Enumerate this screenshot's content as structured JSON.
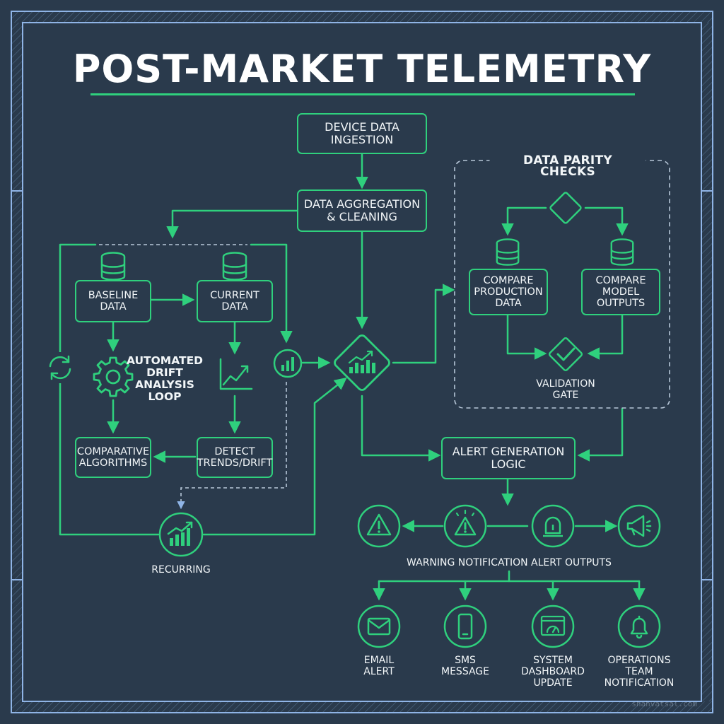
{
  "title": "POST-MARKET TELEMETRY",
  "nodes": {
    "device_ingestion": "DEVICE DATA\nINGESTION",
    "aggregation": "DATA AGGREGATION\n& CLEANING",
    "baseline": "BASELINE\nDATA",
    "current": "CURRENT\nDATA",
    "comparative": "COMPARATIVE\nALGORITHMS",
    "detect": "DETECT\nTRENDS/DRIFT",
    "compare_production": "COMPARE\nPRODUCTION\nDATA",
    "compare_model": "COMPARE\nMODEL\nOUTPUTS",
    "alert_logic": "ALERT GENERATION\nLOGIC"
  },
  "labels": {
    "drift_loop": "AUTOMATED\nDRIFT\nANALYSIS\nLOOP",
    "recurring": "RECURRING",
    "parity_checks": "DATA PARITY CHECKS",
    "validation_gate": "VALIDATION\nGATE",
    "warning_outputs": "WARNING NOTIFICATION ALERT OUTPUTS"
  },
  "channels": [
    {
      "label": "EMAIL\nALERT",
      "icon": "envelope-icon"
    },
    {
      "label": "SMS\nMESSAGE",
      "icon": "phone-icon"
    },
    {
      "label": "SYSTEM\nDASHBOARD\nUPDATE",
      "icon": "dashboard-icon"
    },
    {
      "label": "OPERATIONS TEAM\nNOTIFICATION",
      "icon": "bell-icon"
    }
  ],
  "watermark": "shahvatsal.com",
  "colors": {
    "background": "#2a3a4c",
    "accent": "#2fd07d",
    "frame": "#8fb4e6",
    "text": "#f2f6f8"
  }
}
